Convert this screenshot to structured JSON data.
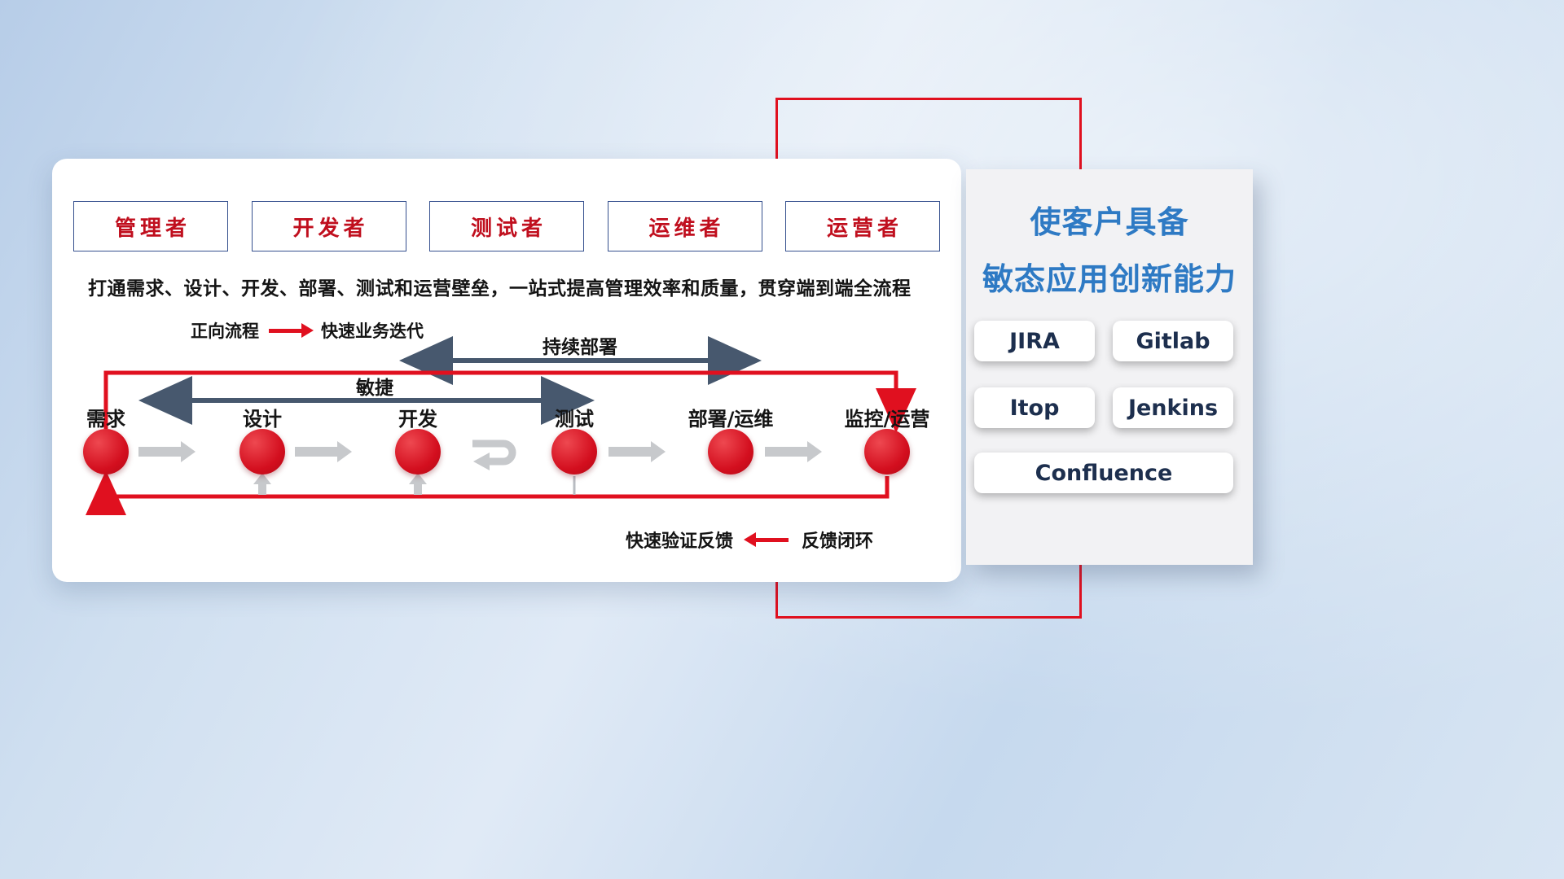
{
  "roles": [
    "管理者",
    "开发者",
    "测试者",
    "运维者",
    "运营者"
  ],
  "subtitle": "打通需求、设计、开发、部署、测试和运营壁垒，一站式提高管理效率和质量，贯穿端到端全流程",
  "legend_forward": {
    "label": "正向流程",
    "value": "快速业务迭代"
  },
  "legend_feedback": {
    "label": "快速验证反馈",
    "value": "反馈闭环"
  },
  "spans": {
    "continuous_deploy": "持续部署",
    "agile": "敏捷"
  },
  "stages": [
    "需求",
    "设计",
    "开发",
    "测试",
    "部署/运维",
    "监控/运营"
  ],
  "side_panel": {
    "title_line1": "使客户具备",
    "title_line2": "敏态应用创新能力",
    "tools": [
      "JIRA",
      "Gitlab",
      "Itop",
      "Jenkins",
      "Confluence"
    ]
  },
  "colors": {
    "red": "#e0101f",
    "slate": "#47586e",
    "title_blue": "#2e7ac4",
    "tool_text": "#1d2f4e"
  }
}
